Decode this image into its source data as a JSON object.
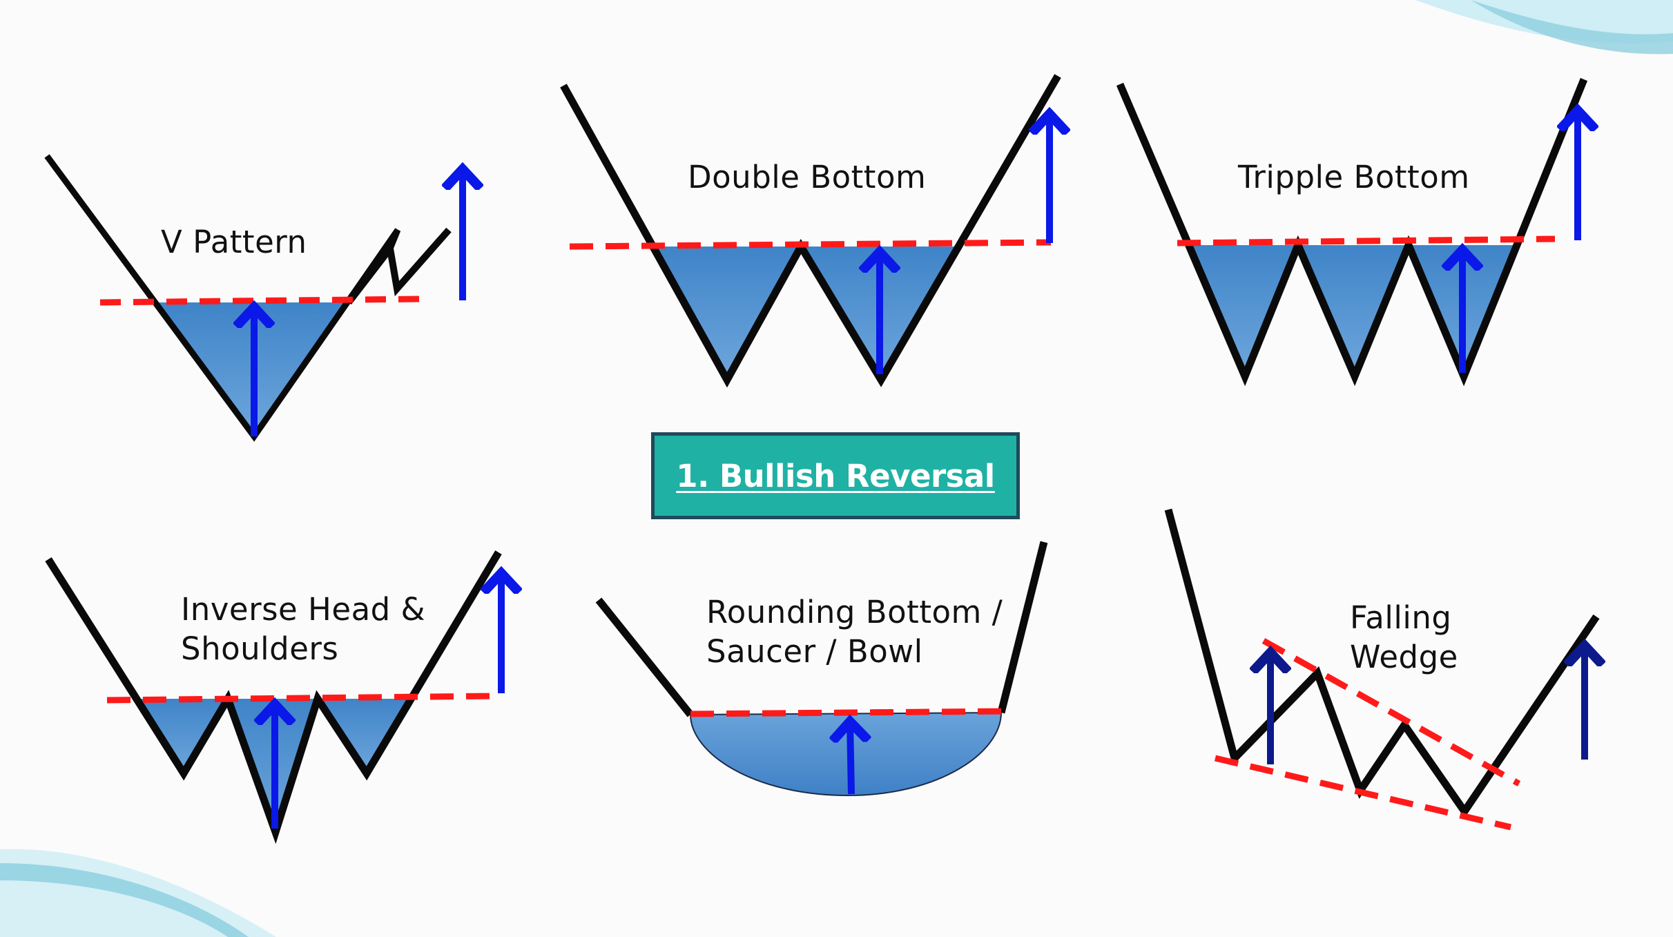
{
  "title": "1. Bullish Reversal",
  "patterns": {
    "v_pattern": "V Pattern",
    "double_bottom": "Double Bottom",
    "triple_bottom": "Tripple Bottom",
    "inverse_hs_line1": "Inverse Head &",
    "inverse_hs_line2": "Shoulders",
    "rounding_line1": "Rounding Bottom /",
    "rounding_line2": "Saucer / Bowl",
    "falling_wedge_line1": "Falling",
    "falling_wedge_line2": "Wedge"
  },
  "colors": {
    "price_line": "#0a0a0a",
    "neckline": "#ff1a1a",
    "breakout_arrow": "#0a18e8",
    "wedge_arrow": "#0d1a8c",
    "fill_top": "#3f84c8",
    "fill_bottom": "#6ea6dc",
    "title_bg": "#1fb1a4",
    "title_border": "#1e4a59",
    "title_text": "#ffffff",
    "decor_wave": "#8fd0e0"
  }
}
